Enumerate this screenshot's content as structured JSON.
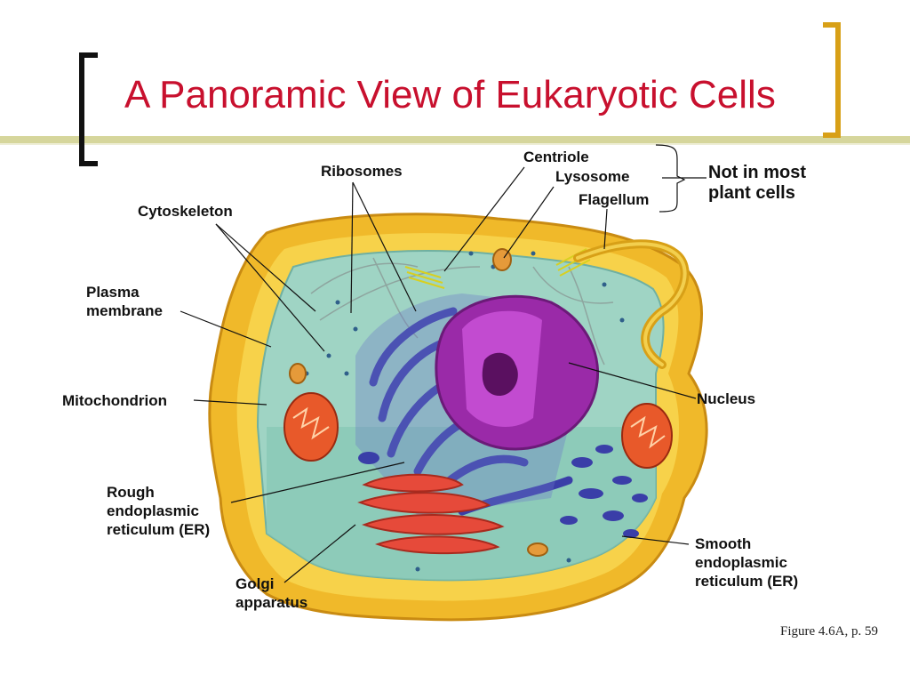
{
  "slide": {
    "title": "A Panoramic View of Eukaryotic Cells",
    "caption": "Figure 4.6A, p. 59",
    "colors": {
      "title": "#c8102e",
      "bracket_left": "#111111",
      "bracket_right": "#d8a017",
      "rule": "#c9c98a"
    }
  },
  "labels": {
    "ribosomes": "Ribosomes",
    "centriole": "Centriole",
    "lysosome": "Lysosome",
    "flagellum": "Flagellum",
    "cytoskeleton": "Cytoskeleton",
    "plasma_membrane": "Plasma\nmembrane",
    "mitochondrion": "Mitochondrion",
    "nucleus": "Nucleus",
    "rough_er": "Rough\nendoplasmic\nreticulum (ER)",
    "golgi": "Golgi\napparatus",
    "smooth_er": "Smooth\nendoplasmic\nreticulum (ER)"
  },
  "brace_note": "Not in most\nplant cells"
}
